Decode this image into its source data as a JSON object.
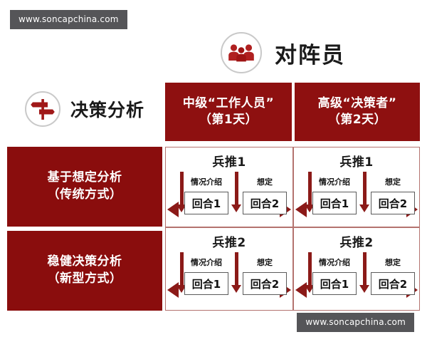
{
  "watermarks": {
    "top_left": "www.soncapchina.com",
    "bottom_right": "www.soncapchina.com"
  },
  "colors": {
    "header_red": "#8e1010",
    "row_red": "#8a0d0d",
    "arrow_red": "#8b1a18",
    "cell_border": "#b4736f",
    "box_border": "#5b5b5b",
    "watermark_bg": "#555558"
  },
  "top_header": {
    "icon": "three-people-icon",
    "title": "对阵员"
  },
  "corner": {
    "icon": "signpost-icon",
    "title": "决策分析"
  },
  "columns": [
    {
      "line1": "中级“工作人员”",
      "line2": "（第1天）"
    },
    {
      "line1": "高级“决策者”",
      "line2": "（第2天）"
    }
  ],
  "rows": [
    {
      "line1": "基于想定分析",
      "line2": "（传统方式）"
    },
    {
      "line1": "稳健决策分析",
      "line2": "（新型方式）"
    }
  ],
  "cells": [
    [
      {
        "title": "兵推1",
        "stages": [
          {
            "label": "情况介绍",
            "box": "回合1"
          },
          {
            "label": "想定",
            "box": "回合2"
          }
        ]
      },
      {
        "title": "兵推1",
        "stages": [
          {
            "label": "情况介绍",
            "box": "回合1"
          },
          {
            "label": "想定",
            "box": "回合2"
          }
        ]
      }
    ],
    [
      {
        "title": "兵推2",
        "stages": [
          {
            "label": "情况介绍",
            "box": "回合1"
          },
          {
            "label": "想定",
            "box": "回合2"
          }
        ]
      },
      {
        "title": "兵推2",
        "stages": [
          {
            "label": "情况介绍",
            "box": "回合1"
          },
          {
            "label": "想定",
            "box": "回合2"
          }
        ]
      }
    ]
  ]
}
